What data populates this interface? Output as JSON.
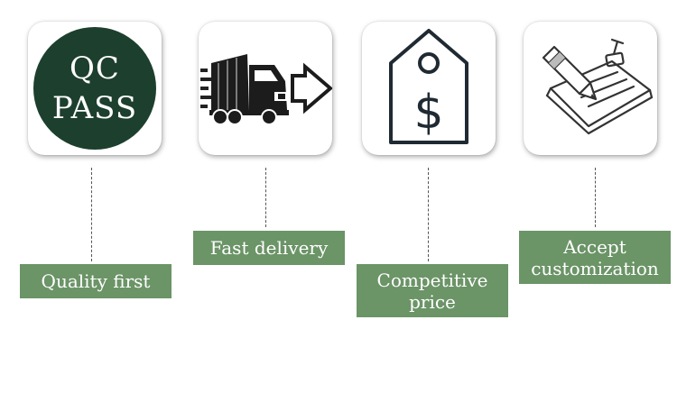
{
  "badge": {
    "line1": "QC",
    "line2": "PASS"
  },
  "features": [
    {
      "label": "Quality first",
      "icon": "qc-pass-icon"
    },
    {
      "label": "Fast delivery",
      "icon": "delivery-truck-icon"
    },
    {
      "label_line1": "Competitive",
      "label_line2": "price",
      "icon": "price-tag-icon"
    },
    {
      "label_line1": "Accept",
      "label_line2": "customization",
      "icon": "pencil-clipboard-icon"
    }
  ],
  "colors": {
    "label_bg": "#6b9467",
    "badge_bg": "#1d3f2e",
    "icon_stroke": "#1f2a33"
  }
}
